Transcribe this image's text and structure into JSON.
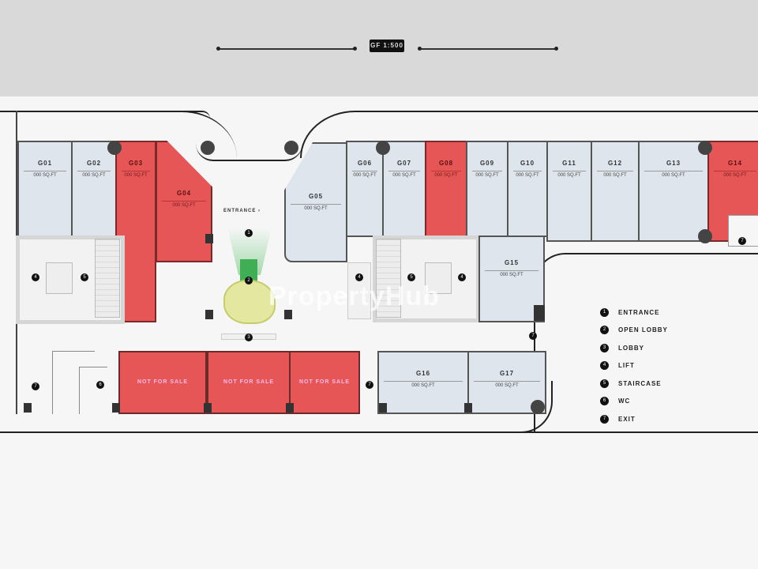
{
  "header": {
    "scale_label": "GF 1:500"
  },
  "plan": {
    "entrance_label": "ENTRANCE ›",
    "watermark": "PropertyHub",
    "units_top_left": [
      {
        "code": "G01",
        "area": "000 SQ.FT",
        "status": "available"
      },
      {
        "code": "G02",
        "area": "000 SQ.FT",
        "status": "available"
      },
      {
        "code": "G03",
        "area": "000 SQ.FT",
        "status": "sold"
      },
      {
        "code": "G04",
        "area": "000 SQ.FT",
        "status": "sold"
      },
      {
        "code": "G05",
        "area": "000 SQ.FT",
        "status": "available"
      }
    ],
    "units_top_right": [
      {
        "code": "G06",
        "area": "000 SQ.FT",
        "status": "available"
      },
      {
        "code": "G07",
        "area": "000 SQ.FT",
        "status": "available"
      },
      {
        "code": "G08",
        "area": "000 SQ.FT",
        "status": "sold"
      },
      {
        "code": "G09",
        "area": "000 SQ.FT",
        "status": "available"
      },
      {
        "code": "G10",
        "area": "000 SQ.FT",
        "status": "available"
      },
      {
        "code": "G11",
        "area": "000 SQ.FT",
        "status": "available"
      },
      {
        "code": "G12",
        "area": "000 SQ.FT",
        "status": "available"
      },
      {
        "code": "G13",
        "area": "000 SQ.FT",
        "status": "available"
      },
      {
        "code": "G14",
        "area": "000 SQ.FT",
        "status": "sold"
      }
    ],
    "unit_mid": {
      "code": "G15",
      "area": "000 SQ.FT",
      "status": "available"
    },
    "units_bottom_right": [
      {
        "code": "G16",
        "area": "000 SQ.FT",
        "status": "available"
      },
      {
        "code": "G17",
        "area": "000 SQ.FT",
        "status": "available"
      }
    ],
    "not_for_sale": [
      "NOT FOR SALE",
      "NOT FOR SALE",
      "NOT FOR SALE"
    ]
  },
  "legend": {
    "items": [
      {
        "num": "1",
        "label": "ENTRANCE"
      },
      {
        "num": "2",
        "label": "OPEN LOBBY"
      },
      {
        "num": "3",
        "label": "LOBBY"
      },
      {
        "num": "4",
        "label": "LIFT"
      },
      {
        "num": "5",
        "label": "STAIRCASE"
      },
      {
        "num": "6",
        "label": "WC"
      },
      {
        "num": "7",
        "label": "EXIT"
      }
    ]
  },
  "colors": {
    "sold": "#e65656",
    "available": "#dfe5ec",
    "entrance_arrow": "#2f9e46"
  }
}
